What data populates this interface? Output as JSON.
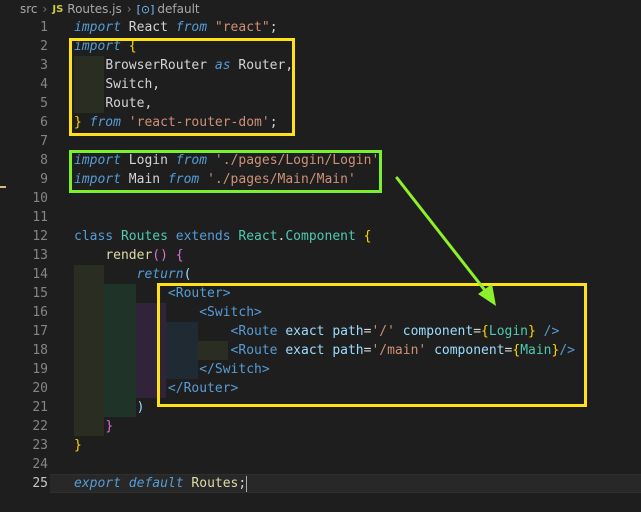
{
  "breadcrumb": {
    "folder": "src",
    "file_icon": "JS",
    "file": "Routes.js",
    "symbol_icon": "[⊙]",
    "symbol": "default"
  },
  "line_numbers": [
    "1",
    "2",
    "3",
    "4",
    "5",
    "6",
    "7",
    "8",
    "9",
    "10",
    "11",
    "12",
    "13",
    "14",
    "15",
    "16",
    "17",
    "18",
    "19",
    "20",
    "21",
    "22",
    "23",
    "24",
    "25"
  ],
  "code": {
    "l1": {
      "import": "import",
      "name": "React",
      "from": "from",
      "src": "\"react\"",
      "semi": ";"
    },
    "l2": {
      "import": "import",
      "brace": "{"
    },
    "l3": {
      "name": "BrowserRouter",
      "as": "as",
      "alias": "Router",
      "comma": ","
    },
    "l4": {
      "name": "Switch",
      "comma": ","
    },
    "l5": {
      "name": "Route",
      "comma": ","
    },
    "l6": {
      "brace": "}",
      "from": "from",
      "src": "'react-router-dom'",
      "semi": ";"
    },
    "l8": {
      "import": "import",
      "name": "Login",
      "from": "from",
      "src": "'./pages/Login/Login'"
    },
    "l9": {
      "import": "import",
      "name": "Main",
      "from": "from",
      "src": "'./pages/Main/Main'"
    },
    "l12": {
      "class": "class",
      "name": "Routes",
      "extends": "extends",
      "base": "React",
      "dot": ".",
      "comp": "Component",
      "brace": "{"
    },
    "l13": {
      "fn": "render",
      "parens": "()",
      "brace": "{"
    },
    "l14": {
      "ret": "return",
      "paren": "("
    },
    "l15": {
      "tag": "<Router>"
    },
    "l16": {
      "tag": "<Switch>"
    },
    "l17": {
      "open": "<Route",
      "exact": "exact",
      "path": "path",
      "eq": "=",
      "pval": "'/'",
      "comp": "component",
      "eq2": "=",
      "lb": "{",
      "val": "Login",
      "rb": "}",
      "close": "/>"
    },
    "l18": {
      "open": "<Route",
      "exact": "exact",
      "path": "path",
      "eq": "=",
      "pval": "'/main'",
      "comp": "component",
      "eq2": "=",
      "lb": "{",
      "val": "Main",
      "rb": "}",
      "close": "/>"
    },
    "l19": {
      "tag": "</Switch>"
    },
    "l20": {
      "tag": "</Router>"
    },
    "l21": {
      "paren": ")"
    },
    "l22": {
      "brace": "}"
    },
    "l23": {
      "brace": "}"
    },
    "l25": {
      "export": "export",
      "default": "default",
      "name": "Routes",
      "semi": ";"
    }
  },
  "colors": {
    "yellow_box": "#ffe11a",
    "green_box": "#7cf02a",
    "arrow": "#8ef02a"
  }
}
